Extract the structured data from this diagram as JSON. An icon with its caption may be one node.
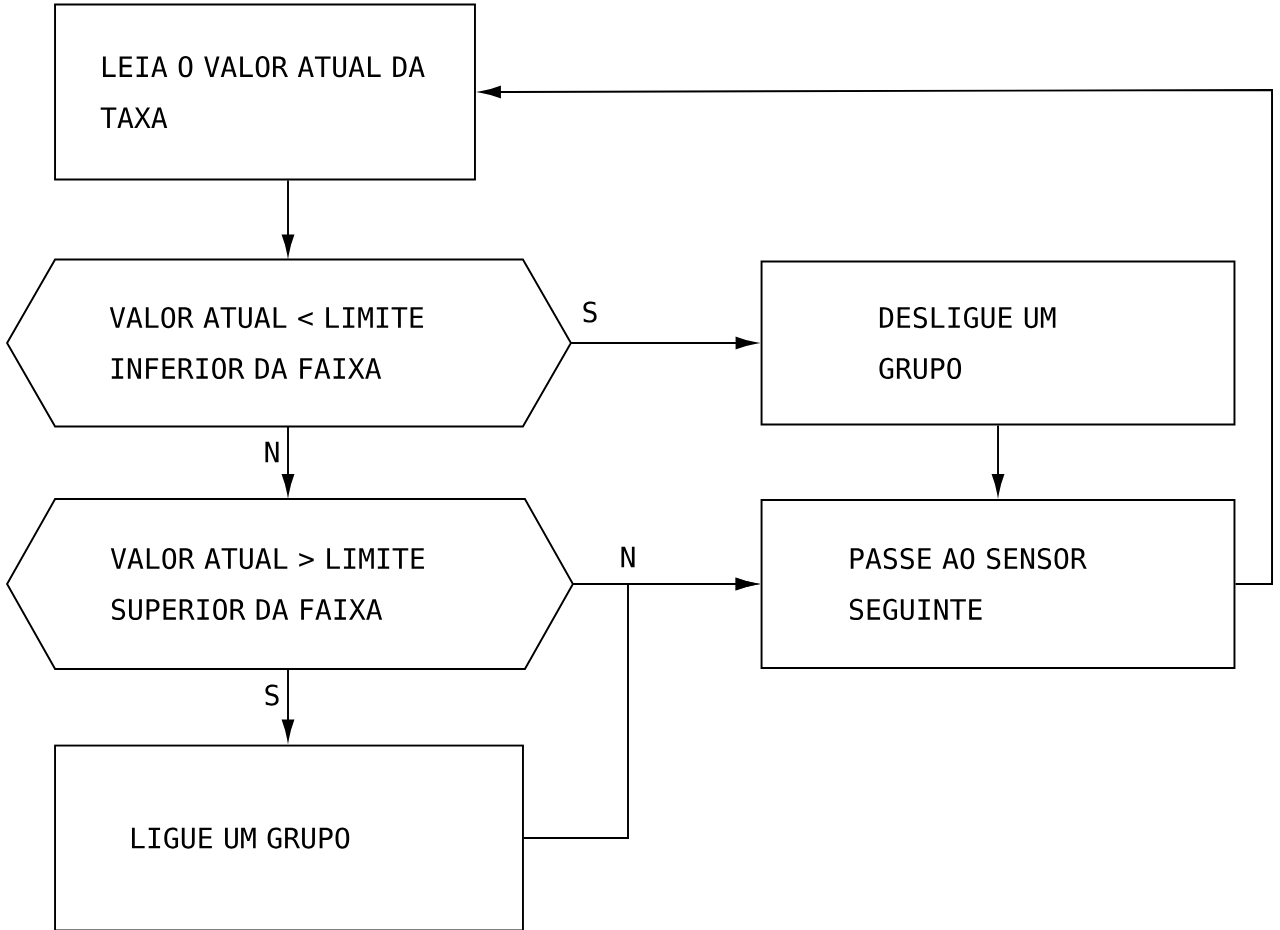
{
  "diagram": {
    "nodes": [
      {
        "text": [
          "LEIA O VALOR ATUAL DA TAXA"
        ]
      },
      {
        "text": [
          "VALOR ATUAL < LIMITE INFERIOR DA FAIXA"
        ]
      },
      {
        "text": [
          "DESLIGUE UM GRUPO"
        ]
      },
      {
        "text": [
          "VALOR ATUAL > LIMITE SUPERIOR DA FAIXA"
        ]
      },
      {
        "text": [
          "PASSE AO SENSOR SEGUINTE"
        ]
      },
      {
        "text": [
          "LIGUE UM GRUPO"
        ]
      }
    ],
    "edges": [
      {
        "from": 0,
        "to": 1,
        "arrow": "to"
      },
      {
        "from": 1,
        "to": 2,
        "arrow": "to",
        "label": "S"
      },
      {
        "from": 1,
        "to": 3,
        "arrow": "to",
        "label": "N"
      },
      {
        "from": 2,
        "to": 4,
        "arrow": "to"
      },
      {
        "from": 3,
        "to": 4,
        "arrow": "to",
        "label": "N"
      },
      {
        "from": 3,
        "to": 5,
        "arrow": "to",
        "label": "S"
      },
      {
        "from": 5,
        "to": 4,
        "arrow": "to"
      },
      {
        "from": 4,
        "to": 0,
        "arrow": "to"
      }
    ]
  }
}
